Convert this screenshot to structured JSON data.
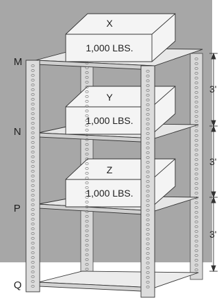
{
  "diagram": {
    "shelf_labels": [
      "M",
      "N",
      "P",
      "Q"
    ],
    "boxes": [
      {
        "letter": "X",
        "weight": "1,000 LBS."
      },
      {
        "letter": "Y",
        "weight": "1,000 LBS."
      },
      {
        "letter": "Z",
        "weight": "1,000 LBS."
      }
    ],
    "dimension_labels": [
      "3'",
      "3'",
      "3'"
    ]
  },
  "colors": {
    "background": "#a7a7a7",
    "shelf": "#e6e6e6",
    "post": "#dcdcdc",
    "box": "#f2f2f2",
    "outline": "#333333"
  }
}
